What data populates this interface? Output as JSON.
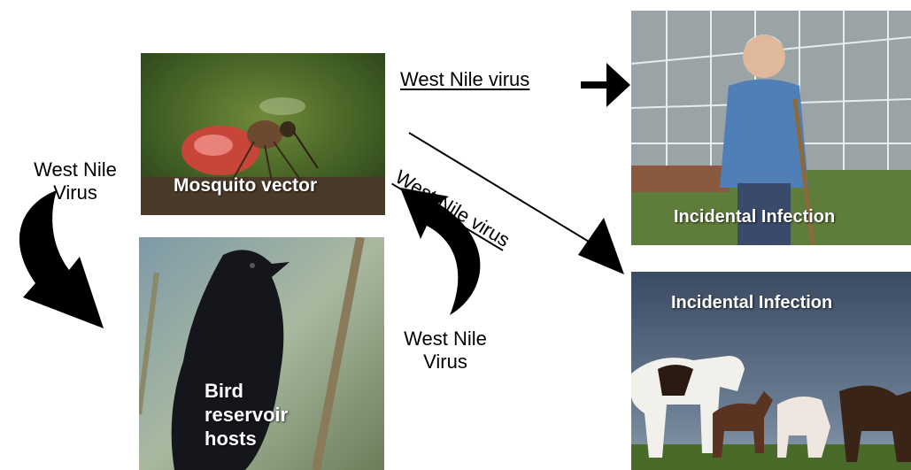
{
  "diagram": {
    "panels": {
      "mosquito": {
        "caption": "Mosquito vector"
      },
      "bird": {
        "caption_lines": [
          "Bird",
          "reservoir",
          "hosts"
        ]
      },
      "human": {
        "caption": "Incidental Infection"
      },
      "horses": {
        "caption": "Incidental Infection"
      }
    },
    "labels": {
      "top": "West Nile virus",
      "diagonal": "West Nile virus",
      "left": [
        "West Nile",
        "Virus"
      ],
      "middle": [
        "West Nile",
        "Virus"
      ]
    },
    "colors": {
      "caption_text": "#ffffff",
      "label_text": "#000000",
      "arrow": "#000000"
    }
  }
}
